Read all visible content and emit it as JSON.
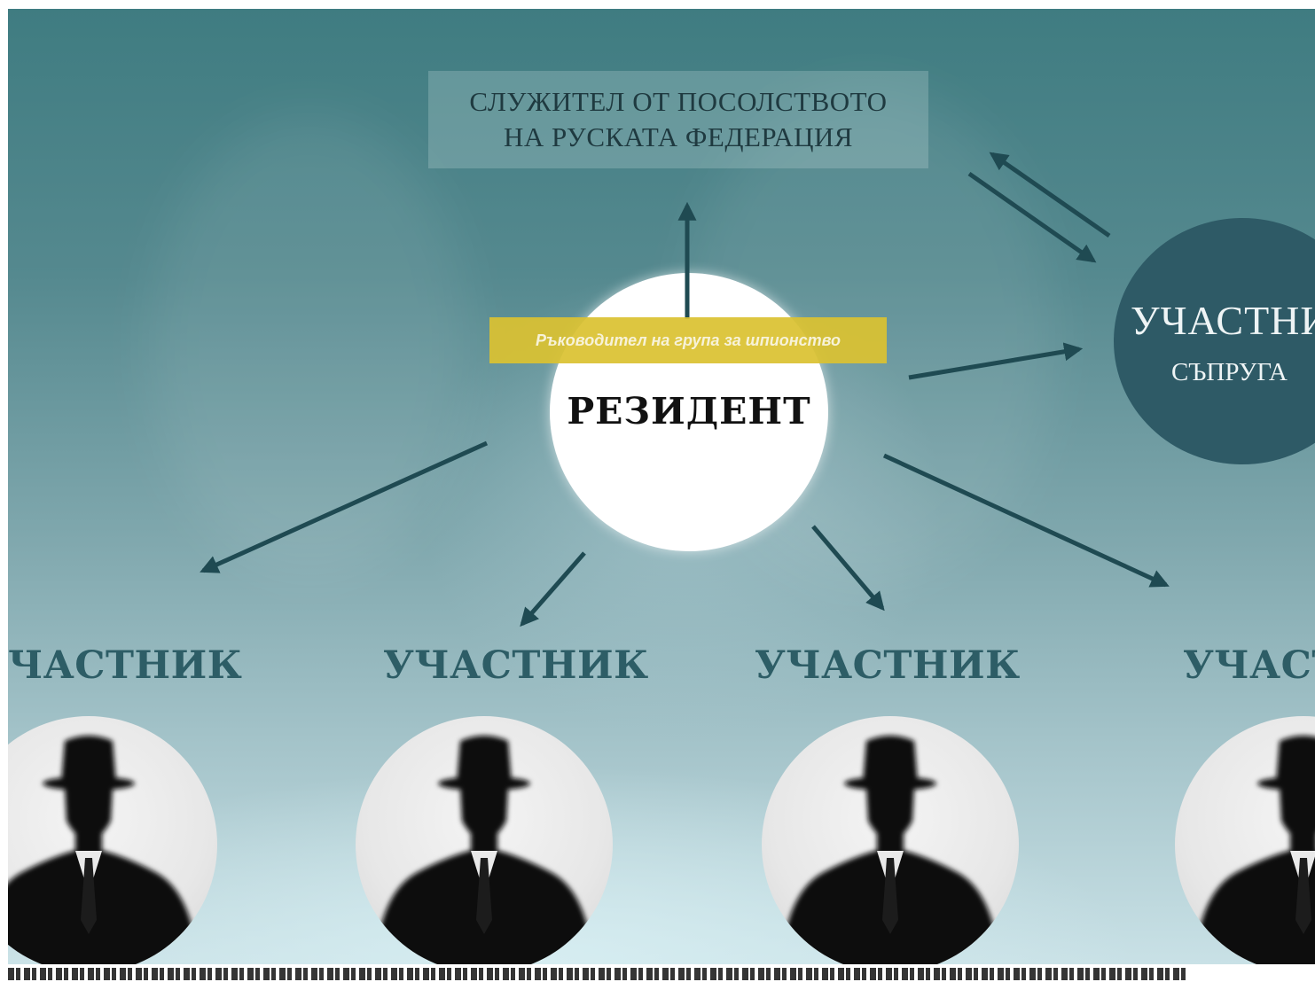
{
  "diagram": {
    "top_box": {
      "line1": "СЛУЖИТЕЛ ОТ ПОСОЛСТВОТО",
      "line2": "НА РУСКАТА ФЕДЕРАЦИЯ"
    },
    "banner": "Ръководител на група за шпионство",
    "center": "РЕЗИДЕНТ",
    "spouse": {
      "title": "УЧАСТНИ",
      "subtitle": "СЪПРУГА"
    },
    "members": [
      "ЧАСТНИК",
      "УЧАСТНИК",
      "УЧАСТНИК",
      "УЧАСТ"
    ],
    "icons": {
      "member_icon": "man-in-hat-silhouette-icon"
    }
  },
  "colors": {
    "background_top": "#3f7c81",
    "background_bottom": "#c9e1e6",
    "arrow": "#1f4a52",
    "banner": "#dac232",
    "spouse_circle": "#2e5a66",
    "member_label": "#2d5d66"
  }
}
